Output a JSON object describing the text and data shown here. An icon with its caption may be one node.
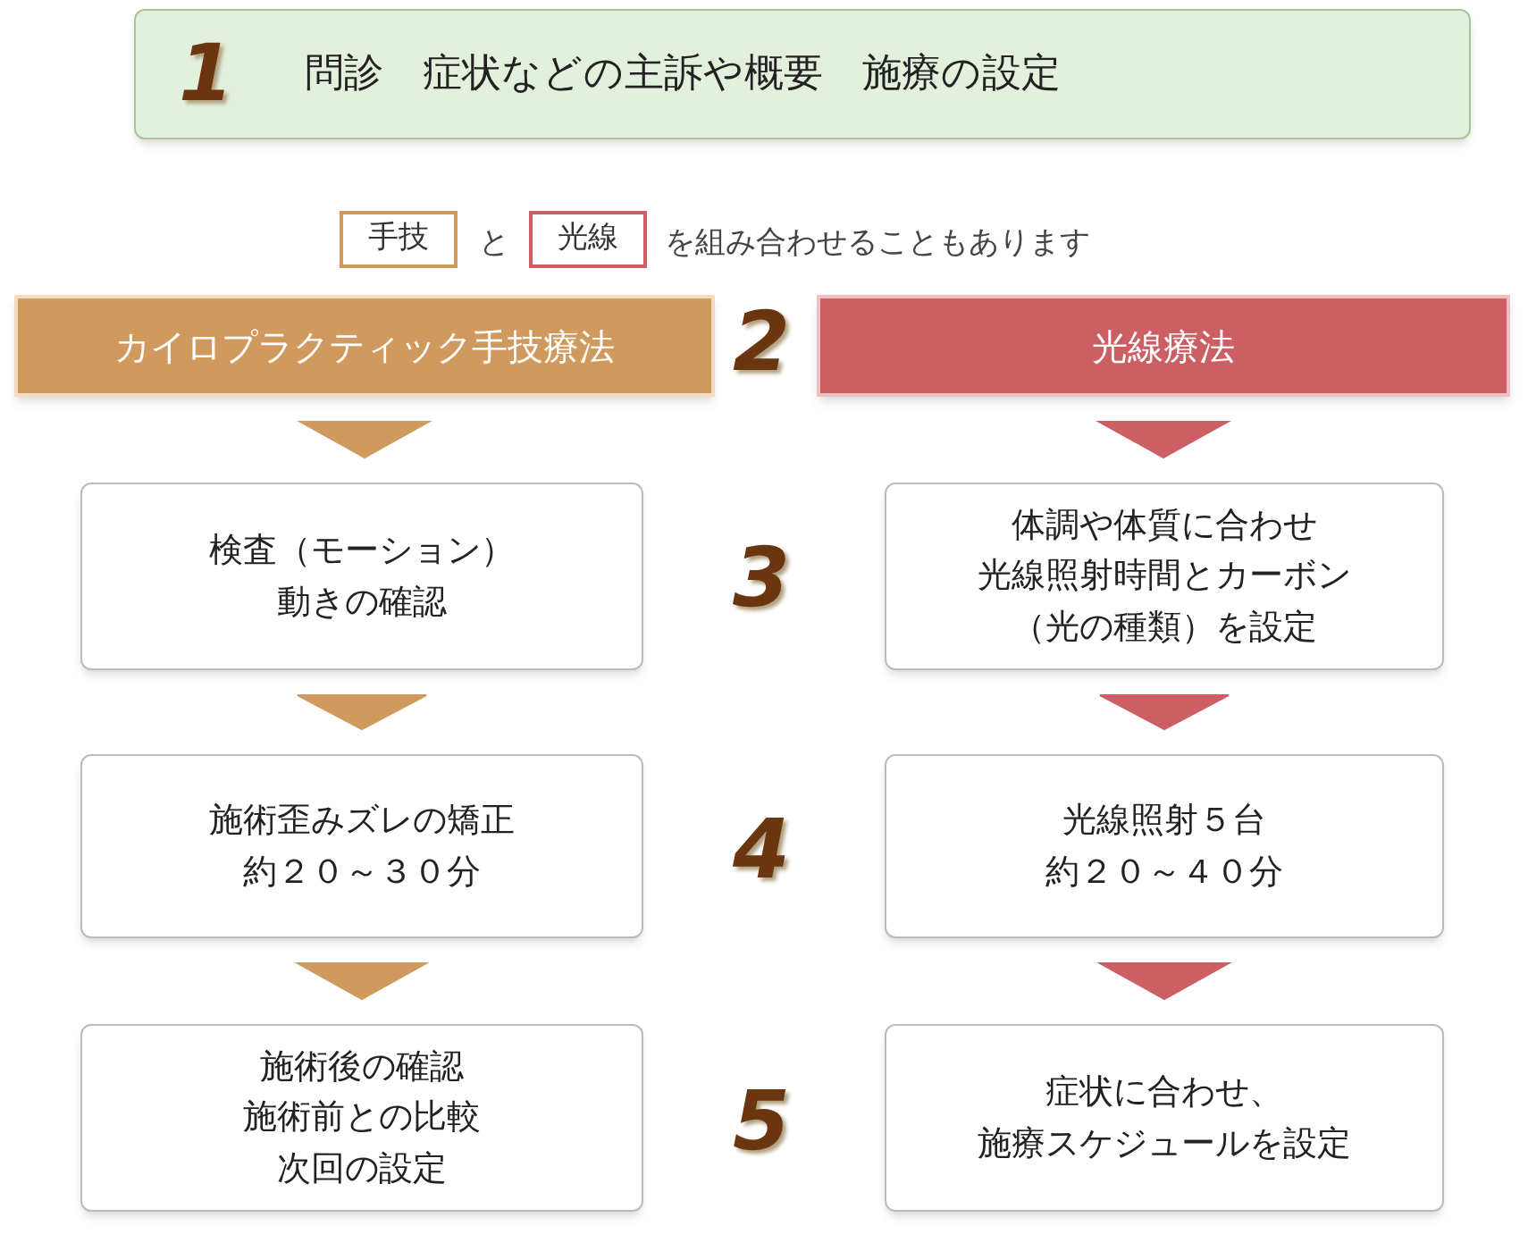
{
  "diagram": {
    "nodes": [
      {
        "text": [
          "1",
          "問診　症状などの主訴や概要　施療の設定"
        ]
      },
      {
        "text": [
          "手技"
        ]
      },
      {
        "text": [
          "光線"
        ]
      },
      {
        "text": [
          "カイロプラクティック手技療法"
        ]
      },
      {
        "text": [
          "光線療法"
        ]
      },
      {
        "text": [
          "検査（モーション）",
          "動きの確認"
        ]
      },
      {
        "text": [
          "体調や体質に合わせ",
          "光線照射時間とカーボン",
          "（光の種類）を設定"
        ]
      },
      {
        "text": [
          "施術歪みズレの矯正",
          "約２０～３０分"
        ]
      },
      {
        "text": [
          "光線照射５台",
          "約２０～４０分"
        ]
      },
      {
        "text": [
          "施術後の確認",
          "施術前との比較",
          "次回の設定"
        ]
      },
      {
        "text": [
          "症状に合わせ、",
          "施療スケジュールを設定"
        ]
      }
    ],
    "edges": [
      {
        "from": 3,
        "to": 5,
        "arrow": "to",
        "color": "#d09a5e"
      },
      {
        "from": 5,
        "to": 7,
        "arrow": "to",
        "color": "#d09a5e"
      },
      {
        "from": 7,
        "to": 9,
        "arrow": "to",
        "color": "#d09a5e"
      },
      {
        "from": 4,
        "to": 6,
        "arrow": "to",
        "color": "#cc5f63"
      },
      {
        "from": 6,
        "to": 8,
        "arrow": "to",
        "color": "#cc5f63"
      },
      {
        "from": 8,
        "to": 10,
        "arrow": "to",
        "color": "#cc5f63"
      }
    ],
    "labels": [
      "と",
      "を組み合わせることもあります",
      "2",
      "3",
      "4",
      "5"
    ]
  }
}
